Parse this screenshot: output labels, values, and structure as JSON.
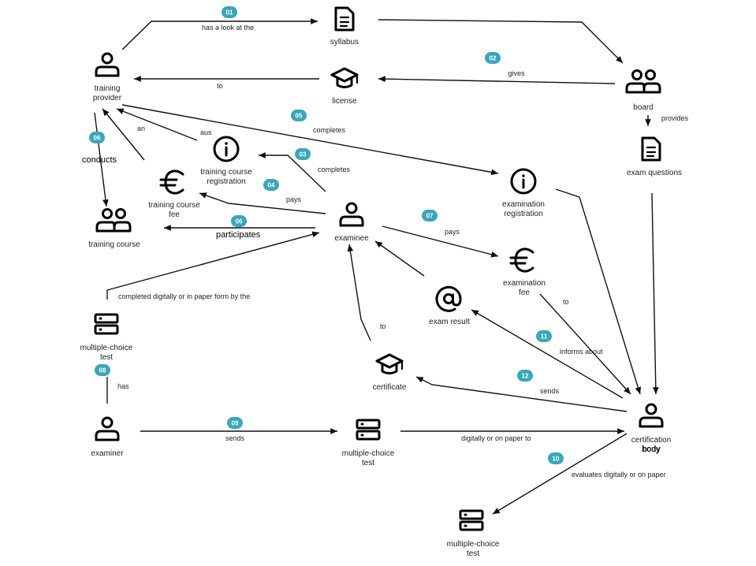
{
  "nodes": {
    "training_provider": {
      "line1": "training",
      "line2": "provider"
    },
    "syllabus": {
      "line1": "syllabus"
    },
    "license": {
      "line1": "license"
    },
    "board": {
      "line1": "board"
    },
    "exam_questions": {
      "line1": "exam questions"
    },
    "training_course_registration": {
      "line1": "training course",
      "line2": "registration"
    },
    "training_course_fee": {
      "line1": "training course",
      "line2": "fee"
    },
    "examination_registration": {
      "line1": "examination",
      "line2": "registration"
    },
    "training_course": {
      "line1": "training course"
    },
    "examinee": {
      "line1": "examinee"
    },
    "examination_fee": {
      "line1": "examination",
      "line2": "fee"
    },
    "exam_result": {
      "line1": "exam result"
    },
    "mc_test_1": {
      "line1": "multiple-choice",
      "line2": "test"
    },
    "certificate": {
      "line1": "certificate"
    },
    "examiner": {
      "line1": "examiner"
    },
    "mc_test_2": {
      "line1": "multiple-choice",
      "line2": "test"
    },
    "certification_body": {
      "line1": "certification",
      "line2": "body",
      "overlay": "body"
    },
    "mc_test_3": {
      "line1": "multiple-choice",
      "line2": "test"
    }
  },
  "edges": {
    "has_a_look_at": "has a look at the",
    "gives": "gives",
    "to_license": "to",
    "provides": "provides",
    "completes_exam_reg": "completes",
    "an": "an",
    "aus": "aus",
    "completes_course_reg": "completes",
    "pays_course_fee": "pays",
    "pays_exam_fee": "pays",
    "conducts": "conducts",
    "participates": "participates",
    "completed_by": "completed digitally or in paper form by the",
    "to_certificate": "to",
    "to_exam_fee": "to",
    "informs_about": "informs about",
    "sends_certificate": "sends",
    "has": "has",
    "sends_test": "sends",
    "digitally_or_on_paper_to": "digitally or on paper to",
    "evaluates": "evaluates digitally or on paper"
  },
  "badges": {
    "b01": "01",
    "b02": "02",
    "b03": "03",
    "b04": "04",
    "b05": "05",
    "b06a": "06",
    "b06b": "06",
    "b07": "07",
    "b08": "08",
    "b09": "09",
    "b10": "10",
    "b11": "11",
    "b12": "12"
  },
  "colors": {
    "badge": "#3aa6b9",
    "stroke": "#111111"
  },
  "icons": {
    "person": "person-icon",
    "group": "group-icon",
    "document": "document-icon",
    "graduation_cap": "graduation-cap-icon",
    "info": "info-icon",
    "euro": "euro-icon",
    "at": "at-sign-icon",
    "server": "server-icon"
  }
}
